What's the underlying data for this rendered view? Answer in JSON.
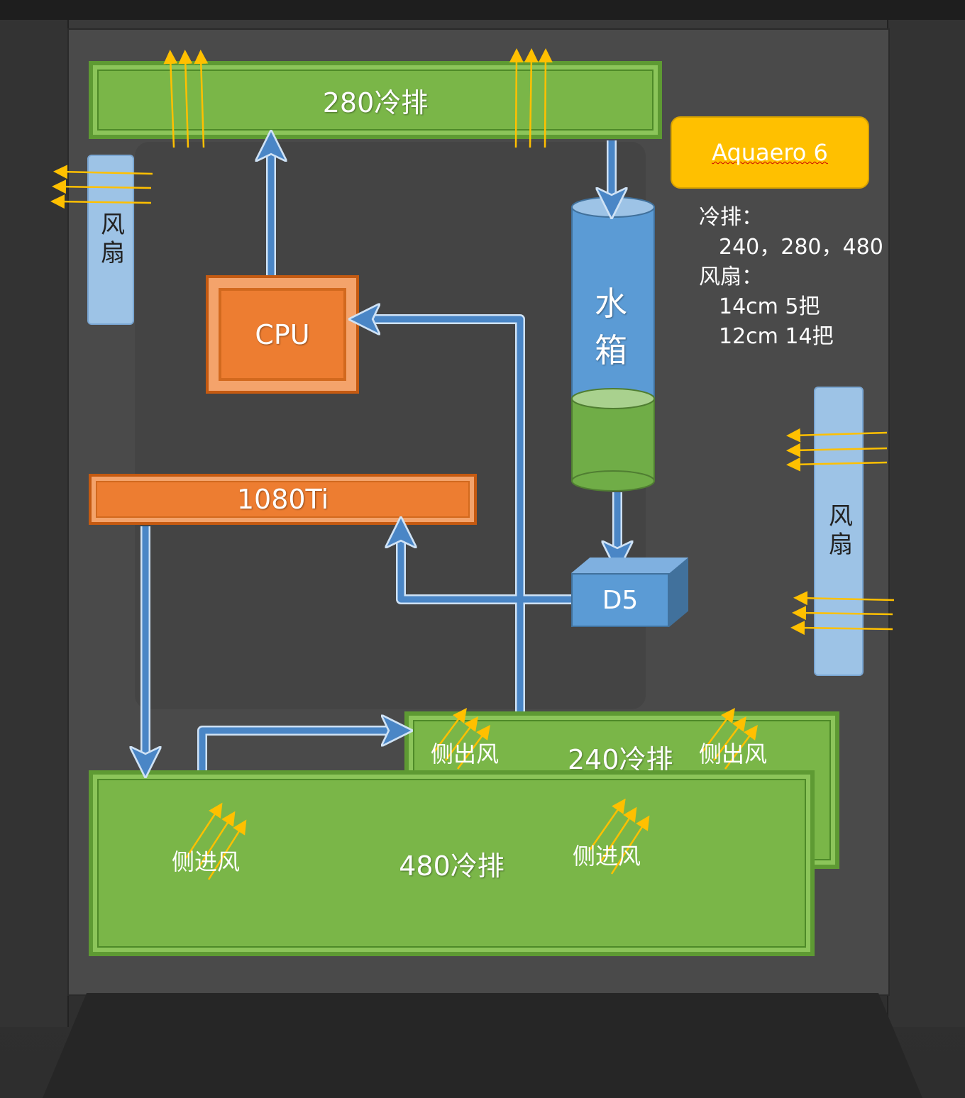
{
  "radiators": {
    "top": "280冷排",
    "side": "240冷排",
    "bottom": "480冷排"
  },
  "fans": {
    "left": "风扇",
    "right": "风扇"
  },
  "components": {
    "cpu": "CPU",
    "gpu": "1080Ti",
    "reservoir": "水箱",
    "pump": "D5",
    "controller": "Aquaero 6"
  },
  "airflow": {
    "side_out": "侧出风",
    "side_in": "侧进风"
  },
  "info": {
    "radiators_label": "冷排：",
    "radiators_value": "240，280，480",
    "fans_label": "风扇：",
    "fans_140": "14cm 5把",
    "fans_120": "12cm 14把"
  },
  "colors": {
    "radiator": "#7ab648",
    "pipe": "#4a86c6",
    "airflow": "#ffc000",
    "component": "#ed7d31",
    "reservoir_top": "#5b9bd5",
    "reservoir_coolant": "#70ad47"
  }
}
